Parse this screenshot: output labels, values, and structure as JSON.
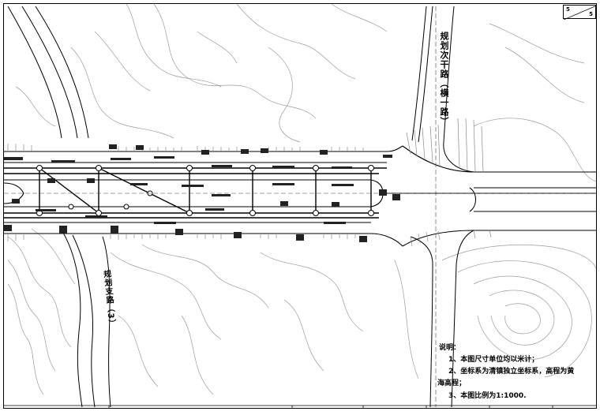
{
  "sheet": {
    "current": "5",
    "total": "5"
  },
  "road_labels": {
    "secondary_trunk": "规划次干路（横一路）",
    "branch": "规划支路（3）"
  },
  "notes": {
    "heading": "说明：",
    "item1": "1、本图尺寸单位均以米计；",
    "item2": "2、坐标系为清镇独立坐标系，高程为黄",
    "item2_cont": "海高程；",
    "item3": "3、本图比例为1:1000."
  },
  "colors": {
    "line": "#000000",
    "terrain": "#9a9a9a",
    "hatch": "#8a8a8a",
    "background": "#ffffff"
  }
}
